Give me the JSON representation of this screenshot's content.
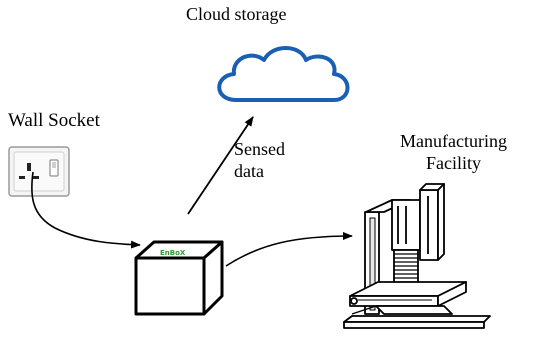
{
  "labels": {
    "cloud_storage": "Cloud storage",
    "wall_socket": "Wall Socket",
    "sensed_data_line1": "Sensed",
    "sensed_data_line2": "data",
    "facility_line1": "Manufacturing",
    "facility_line2": "Facility",
    "box_label": "EnBoX"
  },
  "colors": {
    "cloud_stroke": "#1a5fb4",
    "box_label": "#2a9a3a",
    "line": "#000000"
  },
  "icons": [
    "cloud-icon",
    "wall-socket-icon",
    "enbox-cube-icon",
    "milling-machine-icon"
  ]
}
